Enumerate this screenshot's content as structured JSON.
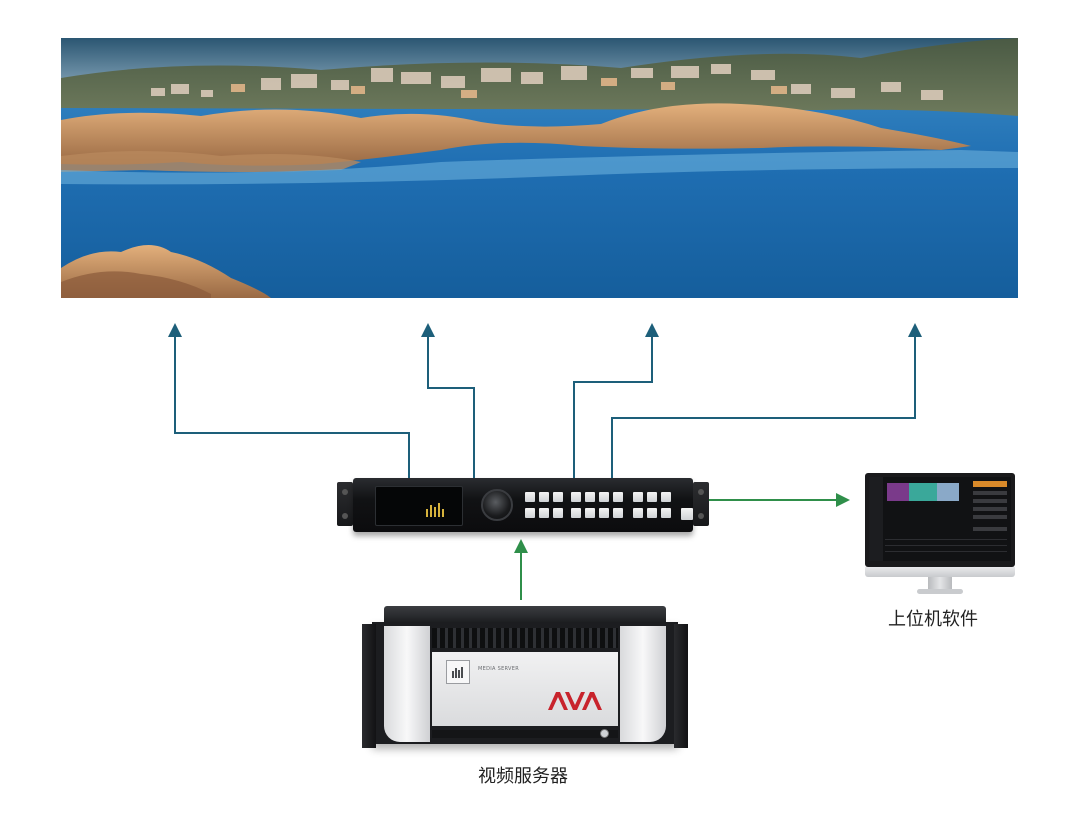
{
  "labels": {
    "host_software": "上位机软件",
    "video_server": "视频服务器"
  },
  "colors": {
    "output_arrow": "#1d5f7a",
    "input_arrow": "#2f8f4a"
  },
  "devices": {
    "server_model_text": "MEDIA SERVER"
  },
  "icons": {
    "processor": "video-processor-icon",
    "monitor": "computer-monitor-icon",
    "server": "rack-server-icon"
  }
}
